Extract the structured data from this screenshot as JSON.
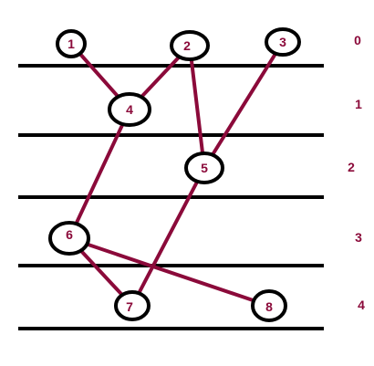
{
  "diagram": {
    "levels": [
      {
        "label": "0"
      },
      {
        "label": "1"
      },
      {
        "label": "2"
      },
      {
        "label": "3"
      },
      {
        "label": "4"
      }
    ],
    "nodes": [
      {
        "id": "1",
        "label": "1",
        "level": 0
      },
      {
        "id": "2",
        "label": "2",
        "level": 0
      },
      {
        "id": "3",
        "label": "3",
        "level": 0
      },
      {
        "id": "4",
        "label": "4",
        "level": 1
      },
      {
        "id": "5",
        "label": "5",
        "level": 2
      },
      {
        "id": "6",
        "label": "6",
        "level": 3
      },
      {
        "id": "7",
        "label": "7",
        "level": 4
      },
      {
        "id": "8",
        "label": "8",
        "level": 4
      }
    ],
    "edges": [
      {
        "from": "1",
        "to": "4"
      },
      {
        "from": "2",
        "to": "4"
      },
      {
        "from": "2",
        "to": "5"
      },
      {
        "from": "3",
        "to": "5"
      },
      {
        "from": "4",
        "to": "6"
      },
      {
        "from": "5",
        "to": "7"
      },
      {
        "from": "6",
        "to": "7"
      },
      {
        "from": "6",
        "to": "8"
      }
    ],
    "colors": {
      "node_stroke": "#000000",
      "level_line": "#000000",
      "edge": "#8b0a3a",
      "text": "#8b0a3a"
    }
  }
}
